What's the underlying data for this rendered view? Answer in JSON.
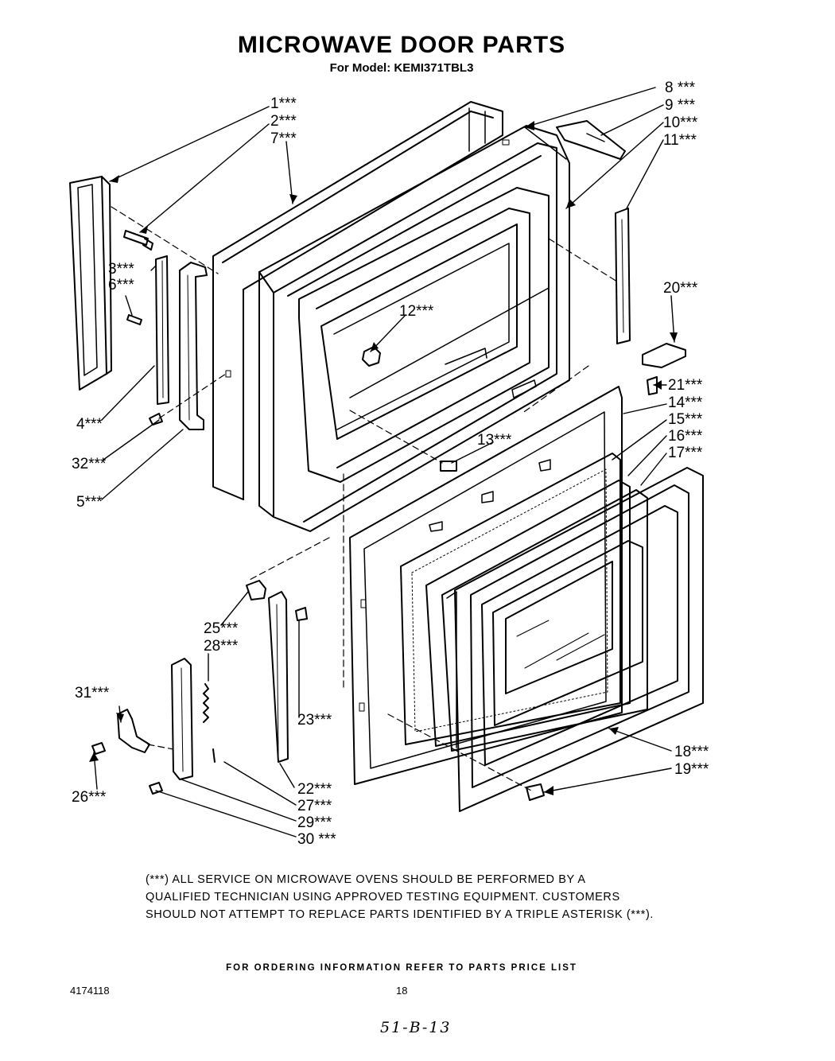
{
  "title": "MICROWAVE DOOR PARTS",
  "model_line": "For Model: KEMI371TBL3",
  "callouts": {
    "c1": "1***",
    "c2": "2***",
    "c7": "7***",
    "c3": "3***",
    "c6": "6***",
    "c4": "4***",
    "c32": "32***",
    "c5": "5***",
    "c12": "12***",
    "c13": "13***",
    "c8": "8 ***",
    "c9": "9 ***",
    "c10": "10***",
    "c11": "11***",
    "c20": "20***",
    "c21": "21***",
    "c14": "14***",
    "c15": "15***",
    "c16": "16***",
    "c17": "17***",
    "c25": "25***",
    "c28": "28***",
    "c31": "31***",
    "c23": "23***",
    "c26": "26***",
    "c22": "22***",
    "c27": "27***",
    "c29": "29***",
    "c30": "30 ***",
    "c18": "18***",
    "c19": "19***"
  },
  "note": {
    "line1": "(***) ALL SERVICE ON MICROWAVE OVENS SHOULD BE PERFORMED BY A",
    "line2": "QUALIFIED TECHNICIAN USING APPROVED TESTING EQUIPMENT.  CUSTOMERS",
    "line3": "SHOULD NOT ATTEMPT TO REPLACE PARTS IDENTIFIED BY A TRIPLE ASTERISK (***)."
  },
  "ordering_info": "FOR ORDERING INFORMATION REFER TO PARTS PRICE LIST",
  "doc_number": "4174118",
  "page_number": "18",
  "handwritten_mark": "51-B-13"
}
